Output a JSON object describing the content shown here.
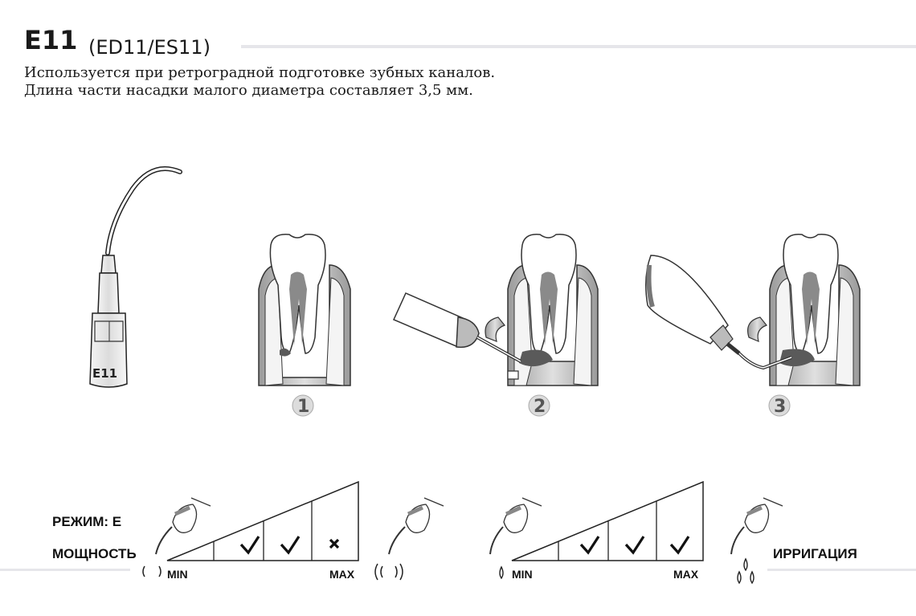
{
  "header": {
    "code": "E11",
    "subcode": "(ED11/ES11)",
    "description": [
      "Используется при ретроградной подготовке зубных каналов.",
      "Длина части насадки малого диаметра составляет 3,5 мм."
    ]
  },
  "tip": {
    "label": "E11"
  },
  "steps": [
    "1",
    "2",
    "3"
  ],
  "power": {
    "mode_label": "РЕЖИМ: E",
    "power_label": "МОЩНОСТЬ",
    "min_label": "MIN",
    "max_label": "MAX",
    "levels": [
      "check",
      "check",
      "cross"
    ]
  },
  "irrigation": {
    "label": "ИРРИГАЦИЯ",
    "min_label": "MIN",
    "max_label": "MAX",
    "levels": [
      "check",
      "check",
      "check"
    ]
  },
  "colors": {
    "gum": "#c9c9c9",
    "pulp": "#8a8a8a",
    "lesion": "#5a5a5a",
    "rule": "#e6e6ea"
  }
}
